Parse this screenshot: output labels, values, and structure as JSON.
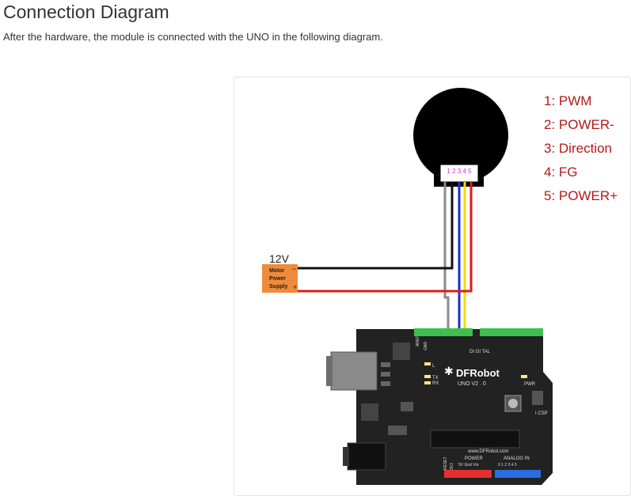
{
  "page": {
    "title": "Connection Diagram",
    "description": "After the hardware, the module is connected with the UNO in the following diagram."
  },
  "diagram": {
    "pin_legend": [
      "1: PWM",
      "2: POWER-",
      "3: Direction",
      "4: FG",
      "5: POWER+"
    ],
    "connector_numbers": "1 2 3 4 5",
    "supply_voltage": "12V",
    "supply_label_lines": [
      "Motor",
      "Power",
      "Supply"
    ],
    "supply_plus": "+",
    "supply_minus": "−",
    "board_brand": "DFRobot",
    "board_model": "UNO V2 . 0",
    "digital_label": "DI GI TAL",
    "pwr_label": "PWR",
    "icsp_label": "I CSP",
    "tx_label": "TX",
    "rx_label": "RX",
    "l_label": "L",
    "aref_label": "AREF",
    "gnd_label": "GND",
    "website": "www.DFRobot.com",
    "power_label": "POWER",
    "analog_label": "ANALOG IN",
    "reset_label": "RESET",
    "power_pins": "5V Gnd Vin",
    "v33_label": "3V3",
    "analog_pins": "0 1 2 3 4 5",
    "colors": {
      "legend_text": "#b11a1a",
      "wire_gray": "#8a8a8a",
      "wire_black": "#111111",
      "wire_blue": "#1d2bd6",
      "wire_yellow": "#f2dd00",
      "wire_red": "#e01b1b",
      "supply_box": "#f08a3c",
      "board": "#222222",
      "header_green": "#3fbf4b",
      "header_red": "#e23030",
      "header_blue": "#2a6de0"
    }
  }
}
